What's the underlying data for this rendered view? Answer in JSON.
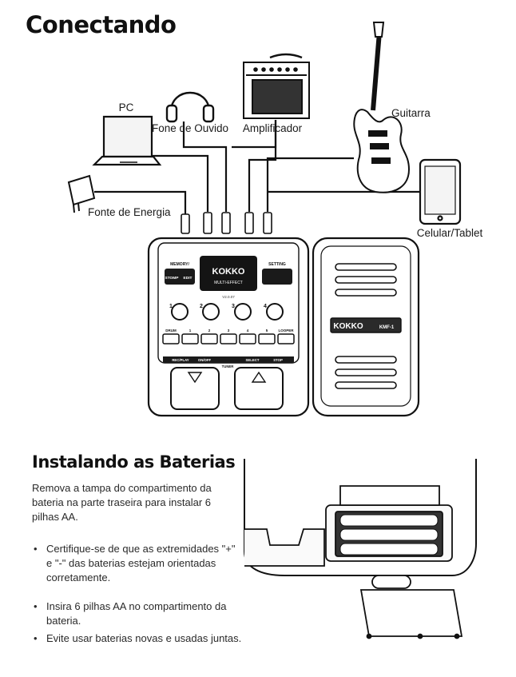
{
  "connect": {
    "title": "Conectando",
    "labels": {
      "pc": "PC",
      "headphones": "Fone de Ouvido",
      "amplifier": "Amplificador",
      "guitar": "Guitarra",
      "power": "Fonte de Energia",
      "phone": "Celular/Tablet"
    },
    "device": {
      "brand": "KOKKO",
      "screen_sub": "MULTI-EFFECT",
      "version": "V2.0.07",
      "model": "KMF-1",
      "memory_label": "MEMORY/",
      "stomp_label": "STOMP",
      "edit_label": "EDIT",
      "setting_label": "SETTING",
      "knob_numbers": [
        "1",
        "2",
        "3",
        "4"
      ],
      "switch_labels": [
        "DRUM",
        "1",
        "2",
        "3",
        "4",
        "5",
        "LOOPER"
      ],
      "footer_labels": {
        "rec_play": "REC/PLAY",
        "on_off": "ON/OFF",
        "tuner": "TUNER",
        "select": "SELECT",
        "stop": "STOP"
      }
    }
  },
  "batteries": {
    "title": "Instalando as Baterias",
    "intro": [
      "Remova a tampa do compartimento da",
      "bateria na parte traseira para instalar 6",
      "pilhas AA."
    ],
    "bullets": [
      [
        "Certifique-se de que as extremidades \"+\"",
        "e \"-\" das baterias estejam orientadas",
        "corretamente."
      ],
      [
        "Insira 6 pilhas AA no compartimento da bateria."
      ],
      [
        "Evite usar baterias novas e usadas juntas."
      ]
    ]
  }
}
